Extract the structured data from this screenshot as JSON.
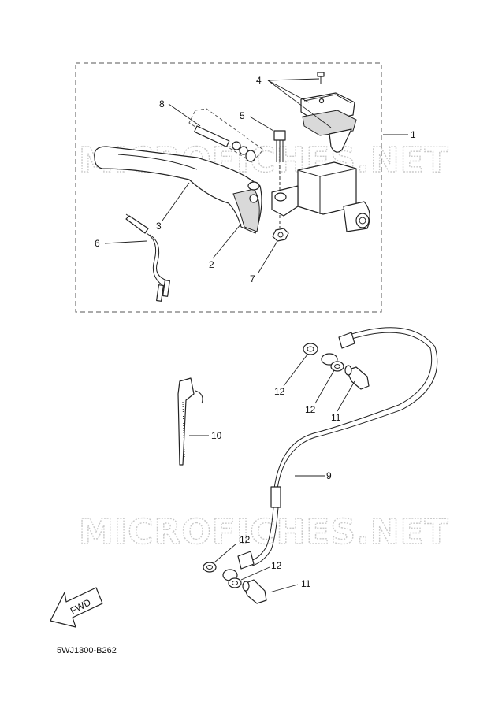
{
  "watermark": "MICROFICHES.NET",
  "diagram_code": "5WJ1300-B262",
  "fwd_label": "FWD",
  "callouts": [
    "1",
    "2",
    "3",
    "4",
    "5",
    "6",
    "7",
    "8",
    "9",
    "10",
    "11",
    "11",
    "12",
    "12",
    "12",
    "12"
  ]
}
